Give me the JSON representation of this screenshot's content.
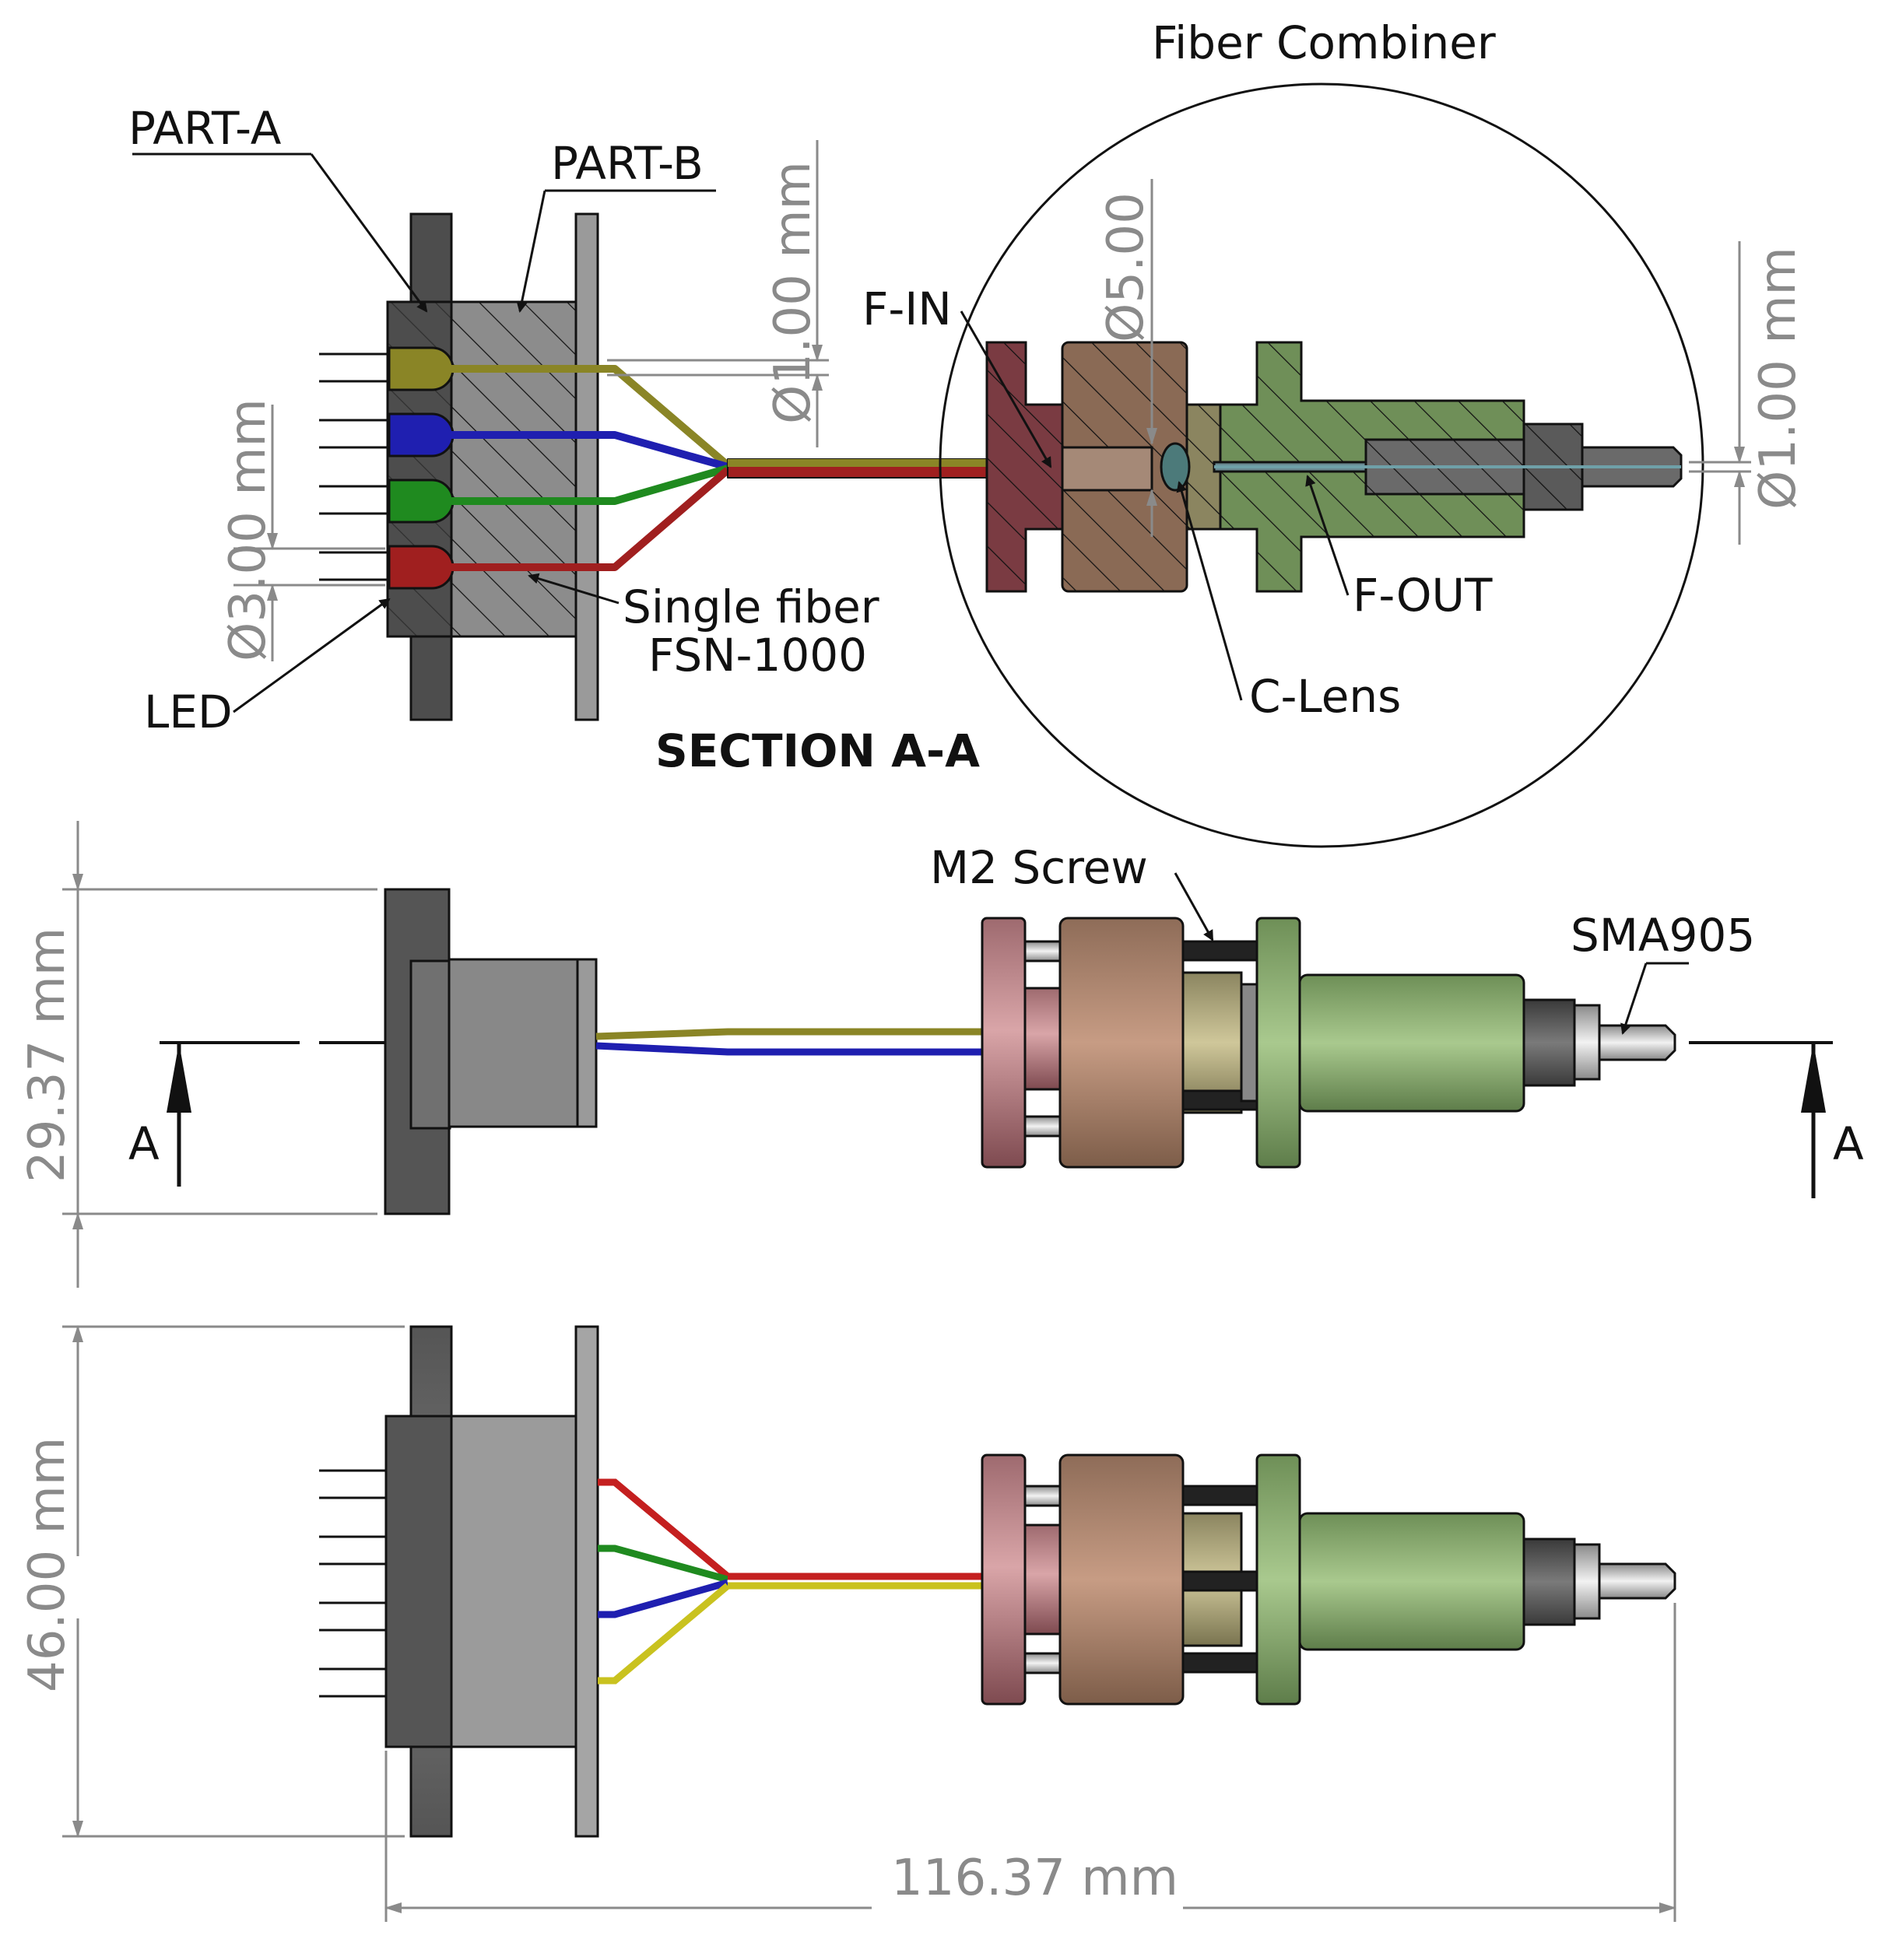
{
  "labels": {
    "fiber_combiner": "Fiber Combiner",
    "part_a": "PART-A",
    "part_b": "PART-B",
    "led": "LED",
    "single_fiber_1": "Single fiber",
    "single_fiber_2": "FSN-1000",
    "section": "SECTION A-A",
    "f_in": "F-IN",
    "f_out": "F-OUT",
    "c_lens": "C-Lens",
    "m2_screw": "M2 Screw",
    "sma905": "SMA905",
    "section_mark_left": "A",
    "section_mark_right": "A"
  },
  "dimensions": {
    "fiber_diameter_left": "Ø1.00 mm",
    "led_diameter": "Ø3.00 mm",
    "lens_diameter": "Ø5.00",
    "fiber_diameter_right": "Ø1.00 mm",
    "height_side_view": "29.37 mm",
    "height_top_view": "46.00 mm",
    "total_length": "116.37 mm"
  },
  "colors": {
    "led_yellow": "#8a8526",
    "led_blue": "#1f1fb0",
    "led_green": "#1f8a1f",
    "led_red": "#a01f1f",
    "part_a_gray": "#4d4d4d",
    "part_b_gray": "#8c8c8c",
    "fin_maroon": "#7a3b42",
    "combiner_brown": "#8a6a55",
    "fout_green": "#6f8f58",
    "sma_gray": "#777777"
  }
}
